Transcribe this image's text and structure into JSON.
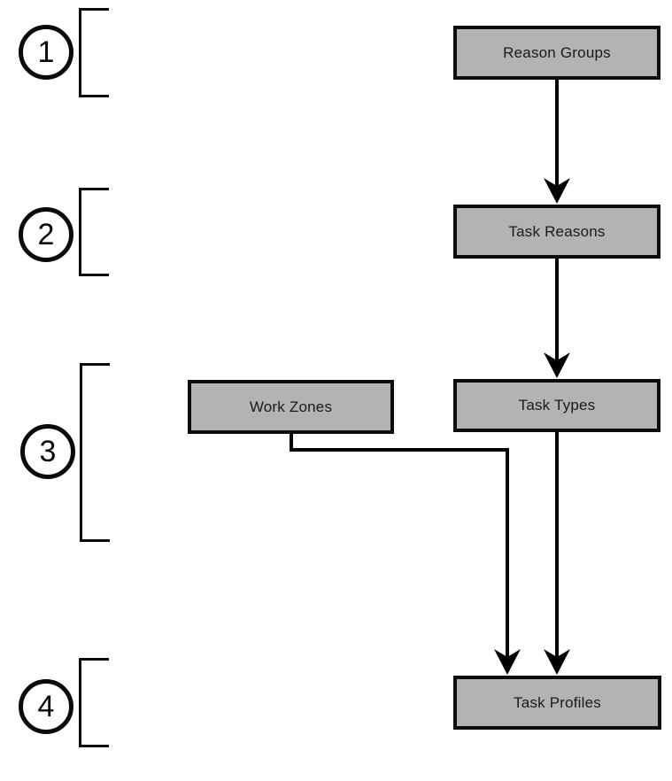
{
  "diagram": {
    "title_hint": "task setup hierarchy flow",
    "colors": {
      "background": "#ffffff",
      "box_fill": "#b3b3b3",
      "box_border": "#0d0d0d",
      "line_color": "#000000"
    },
    "steps": [
      {
        "number": "1"
      },
      {
        "number": "2"
      },
      {
        "number": "3"
      },
      {
        "number": "4"
      }
    ],
    "boxes": [
      {
        "id": "reason-groups",
        "label": "Reason Groups",
        "step": "1"
      },
      {
        "id": "task-reasons",
        "label": "Task Reasons",
        "step": "2"
      },
      {
        "id": "work-zones",
        "label": "Work Zones",
        "step": "3"
      },
      {
        "id": "task-types",
        "label": "Task Types",
        "step": "3"
      },
      {
        "id": "task-profiles",
        "label": "Task Profiles",
        "step": "4"
      }
    ],
    "connections": [
      {
        "from": "Reason Groups",
        "to": "Task Reasons",
        "style": "arrow-down"
      },
      {
        "from": "Task Reasons",
        "to": "Task Types",
        "style": "arrow-down"
      },
      {
        "from": "Task Types",
        "to": "Task Profiles",
        "style": "arrow-down"
      },
      {
        "from": "Work Zones",
        "to": "Task Profiles",
        "style": "elbow-arrow"
      }
    ]
  }
}
